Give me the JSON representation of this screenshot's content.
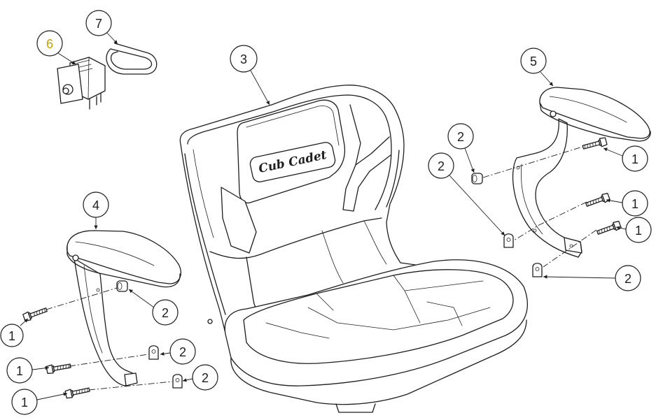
{
  "diagram": {
    "colors": {
      "line": "#1e1e1e",
      "highlight": "#c9a300",
      "background": "#ffffff"
    },
    "seat": {
      "logo": "Cub Cadet"
    },
    "callouts": [
      {
        "label": "7"
      },
      {
        "label": "6"
      },
      {
        "label": "3"
      },
      {
        "label": "5"
      },
      {
        "label": "4"
      },
      {
        "label": "2"
      },
      {
        "label": "2"
      },
      {
        "label": "1"
      },
      {
        "label": "1"
      },
      {
        "label": "1"
      },
      {
        "label": "2"
      },
      {
        "label": "2"
      },
      {
        "label": "1"
      },
      {
        "label": "2"
      },
      {
        "label": "1"
      },
      {
        "label": "2"
      },
      {
        "label": "1"
      }
    ]
  }
}
